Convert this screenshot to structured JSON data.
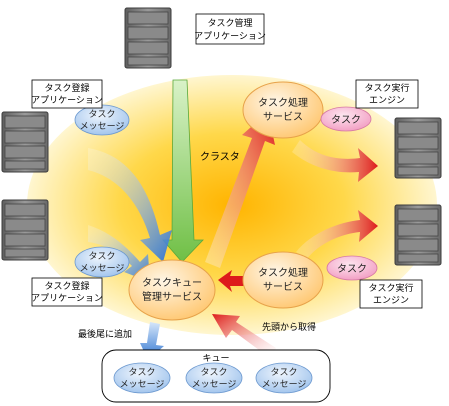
{
  "task_manager_app": {
    "line1": "タスク管理",
    "line2": "アプリケーション"
  },
  "register_app_top": {
    "line1": "タスク登録",
    "line2": "アプリケーション"
  },
  "register_app_bottom": {
    "line1": "タスク登録",
    "line2": "アプリケーション"
  },
  "executor_top": {
    "line1": "タスク実行",
    "line2": "エンジン"
  },
  "executor_bottom": {
    "line1": "タスク実行",
    "line2": "エンジン"
  },
  "cluster_label": "クラスタ",
  "queue_manager": {
    "line1": "タスクキュー",
    "line2": "管理サービス"
  },
  "processor_top": {
    "line1": "タスク処理",
    "line2": "サービス"
  },
  "processor_bottom": {
    "line1": "タスク処理",
    "line2": "サービス"
  },
  "task_badge_top": "タスク",
  "task_badge_bottom": "タスク",
  "message_top": {
    "line1": "タスク",
    "line2": "メッセージ"
  },
  "message_bottom": {
    "line1": "タスク",
    "line2": "メッセージ"
  },
  "append_label": "最後尾に追加",
  "fetch_label": "先頭から取得",
  "queue_title": "キュー",
  "queue_messages": [
    {
      "line1": "タスク",
      "line2": "メッセージ"
    },
    {
      "line1": "タスク",
      "line2": "メッセージ"
    },
    {
      "line1": "タスク",
      "line2": "メッセージ"
    }
  ],
  "colors": {
    "cluster_core": "#ffd23a",
    "cluster_edge": "#fff3c8",
    "service_fill": "#ffd38a",
    "message_fill": "#b8d4f2",
    "badge_fill": "#f7b3cf",
    "server_dark": "#6e6e6e",
    "blue_arrow": "#3a7fd6",
    "green_arrow": "#8fcf6a",
    "red_arrow": "#e02020"
  }
}
